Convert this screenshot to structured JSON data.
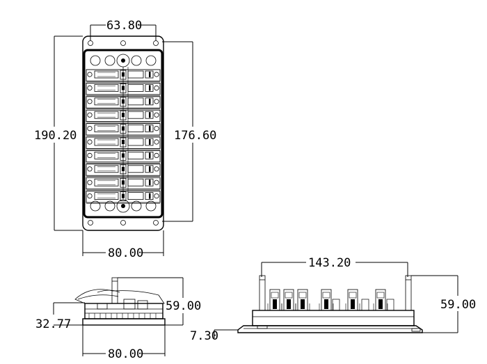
{
  "drawing": {
    "top_view": {
      "width_top": "63.80",
      "height_left": "190.20",
      "height_right": "176.60",
      "width_bottom": "80.00"
    },
    "front_view": {
      "height_left": "32.77",
      "height_right": "59.00",
      "width_bottom": "80.00"
    },
    "side_view": {
      "length_top": "143.20",
      "height_right": "59.00",
      "base_height": "7.30"
    },
    "fuse_rows": 10
  }
}
